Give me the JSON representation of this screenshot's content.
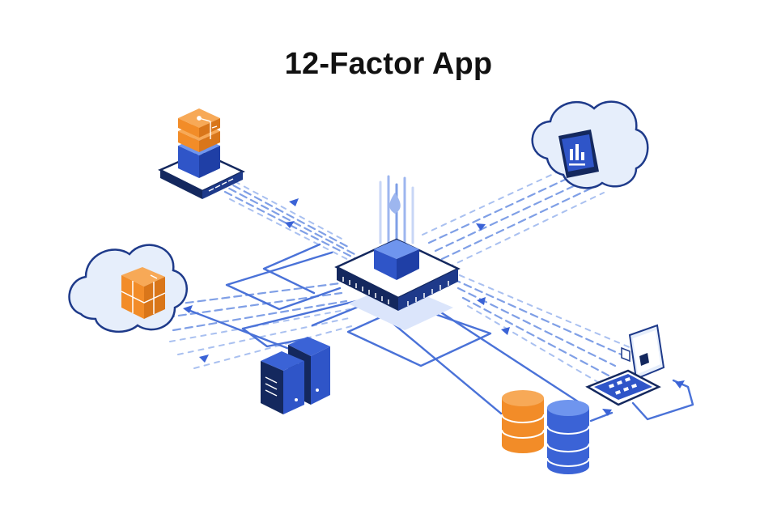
{
  "title": "12-Factor App",
  "colors": {
    "primary": "#3b63d6",
    "primary_dark": "#1e3a8a",
    "navy": "#14285e",
    "accent": "#f28c28",
    "accent_dark": "#c76a12",
    "cloud_fill": "#e6eefb",
    "cloud_stroke": "#3b63d6",
    "line": "#4a72d8",
    "line_light": "#a9c0f0"
  },
  "nodes": [
    {
      "id": "core-chip",
      "icon": "central-processor-chip-icon"
    },
    {
      "id": "build-stack",
      "icon": "stacked-build-blocks-icon"
    },
    {
      "id": "monitoring-cloud",
      "icon": "cloud-dashboard-icon"
    },
    {
      "id": "backing-cloud",
      "icon": "cloud-package-icon"
    },
    {
      "id": "server-rack",
      "icon": "server-rack-icon"
    },
    {
      "id": "databases",
      "icon": "database-cylinders-icon"
    },
    {
      "id": "admin-console",
      "icon": "admin-console-icon"
    }
  ]
}
